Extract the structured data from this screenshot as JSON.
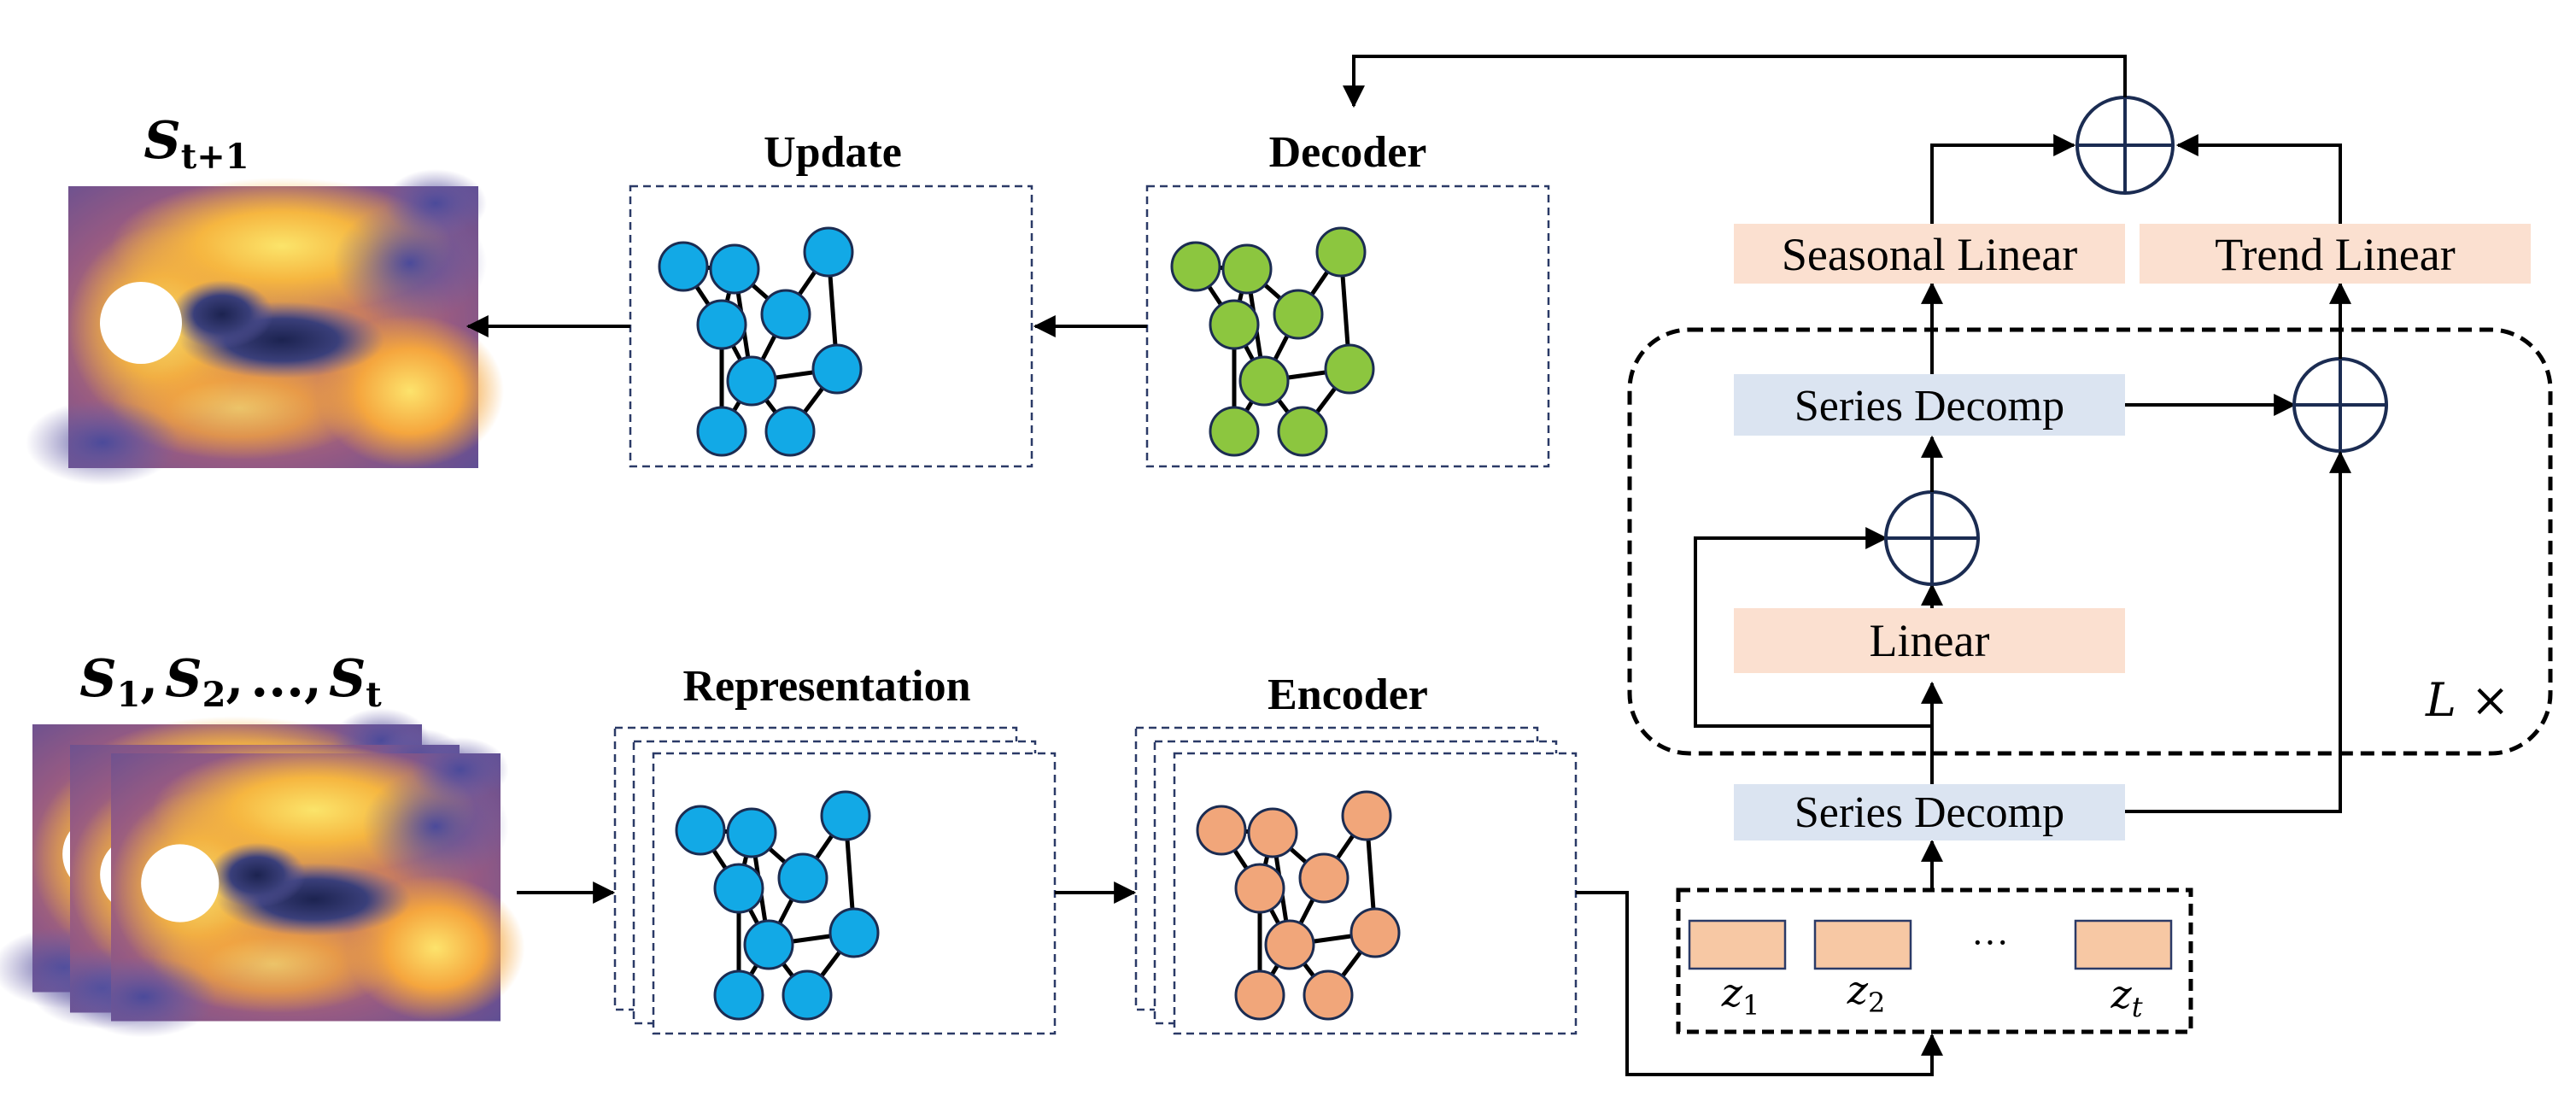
{
  "top": {
    "state_next_label": "S",
    "state_next_sub": "t+1",
    "update_label": "Update",
    "decoder_label": "Decoder"
  },
  "bottom": {
    "state_seq_label": "S",
    "state_seq_subs": [
      "1",
      "2",
      "t"
    ],
    "state_seq_sep": ",",
    "state_seq_ellipsis": "...",
    "representation_label": "Representation",
    "encoder_label": "Encoder"
  },
  "block": {
    "seasonal_linear": "Seasonal Linear",
    "trend_linear": "Trend Linear",
    "series_decomp_inner": "Series Decomp",
    "linear": "Linear",
    "series_decomp_outer": "Series Decomp",
    "repeat_label": "L ×"
  },
  "tokens": {
    "labels": [
      "z",
      "z",
      "z"
    ],
    "subs": [
      "1",
      "2",
      "t"
    ],
    "ellipsis": "···"
  },
  "colors": {
    "update_nodes": "#12a9e6",
    "decoder_nodes": "#8cc63f",
    "representation_nodes": "#12a9e6",
    "encoder_nodes": "#f1a67a",
    "linear_box": "#fbe0d0",
    "decomp_box": "#dbe4f1",
    "token_box": "#f7c8a4"
  }
}
